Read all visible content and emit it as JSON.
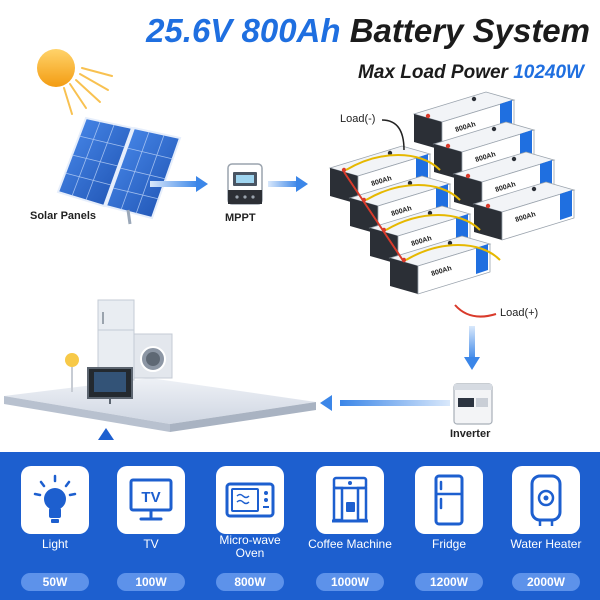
{
  "header": {
    "title_spec": "25.6V 800Ah",
    "title_rest": "Battery System",
    "subtitle_label": "Max Load Power",
    "subtitle_value": "10240W"
  },
  "diagram": {
    "solar_label": "Solar Panels",
    "mppt_label": "MPPT",
    "load_neg_label": "Load(-)",
    "load_pos_label": "Load(+)",
    "inverter_label": "Inverter",
    "battery_brand": "800Ah",
    "colors": {
      "flow_arrow": "#3b86e8",
      "panel": "#2f6fd6",
      "battery": "#ffffff",
      "sun": "#f7b733"
    }
  },
  "appliances": [
    {
      "name": "Light",
      "power": "50W",
      "icon": "light-bulb-icon"
    },
    {
      "name": "TV",
      "power": "100W",
      "icon": "tv-icon"
    },
    {
      "name": "Micro-wave Oven",
      "name_line1": "Micro-wave",
      "name_line2": "Oven",
      "power": "800W",
      "icon": "microwave-icon"
    },
    {
      "name": "Coffee Machine",
      "power": "1000W",
      "icon": "coffee-machine-icon"
    },
    {
      "name": "Fridge",
      "power": "1200W",
      "icon": "fridge-icon"
    },
    {
      "name": "Water Heater",
      "power": "2000W",
      "icon": "water-heater-icon"
    }
  ],
  "colors": {
    "accent": "#1f6fe0",
    "band": "#1d5fcf",
    "pill": "#5d92ea"
  }
}
